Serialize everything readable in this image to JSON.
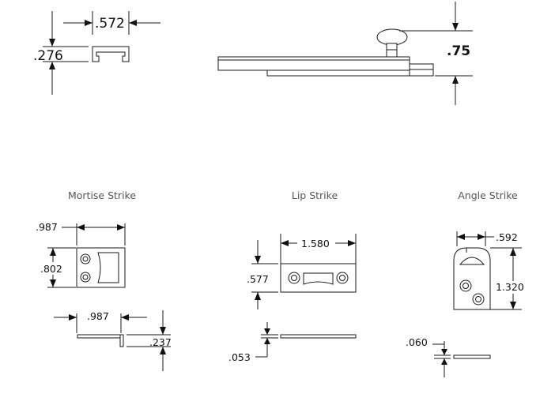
{
  "colors": {
    "ink": "#1a1a1a",
    "title_gray": "#555555",
    "background": "#ffffff"
  },
  "track": {
    "width": ".572",
    "height": ".276"
  },
  "bolt": {
    "height": ".75"
  },
  "mortise": {
    "title": "Mortise Strike",
    "width": ".987",
    "height": ".802",
    "side_width": ".987",
    "side_height": ".237"
  },
  "lip": {
    "title": "Lip Strike",
    "width": "1.580",
    "height": ".577",
    "thickness": ".053"
  },
  "angle": {
    "title": "Angle Strike",
    "width": ".592",
    "height": "1.320",
    "thickness": ".060"
  }
}
